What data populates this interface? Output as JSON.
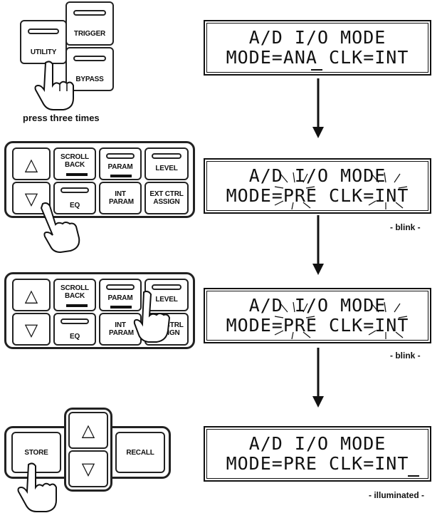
{
  "step1": {
    "buttons": {
      "trigger": "TRIGGER",
      "utility": "UTILITY",
      "bypass": "BYPASS"
    },
    "caption": "press three times",
    "display": {
      "line1": "A/D I/O MODE",
      "line2": "MODE=ANA CLK=INT"
    }
  },
  "step2": {
    "buttons": {
      "scroll_back": "SCROLL BACK",
      "param": "PARAM",
      "level": "LEVEL",
      "eq": "EQ",
      "int_param": "INT PARAM",
      "ext_ctrl_assign": "EXT CTRL ASSIGN"
    },
    "display": {
      "line1": "A/D I/O MODE",
      "line2": "MODE=PRE CLK=INT"
    },
    "state": "- blink -"
  },
  "step3": {
    "buttons": {
      "scroll_back": "SCROLL BACK",
      "param": "PARAM",
      "level": "LEVEL",
      "eq": "EQ",
      "int_param": "INT PARAM",
      "ext_ctrl_assign": "EXT CTRL ASSIGN"
    },
    "display": {
      "line1": "A/D I/O MODE",
      "line2": "MODE=PRE CLK=INT"
    },
    "state": "- blink -"
  },
  "step4": {
    "buttons": {
      "store": "STORE",
      "recall": "RECALL"
    },
    "display": {
      "line1": "A/D I/O MODE",
      "line2": "MODE=PRE CLK=INT"
    },
    "state": "- illuminated -"
  }
}
